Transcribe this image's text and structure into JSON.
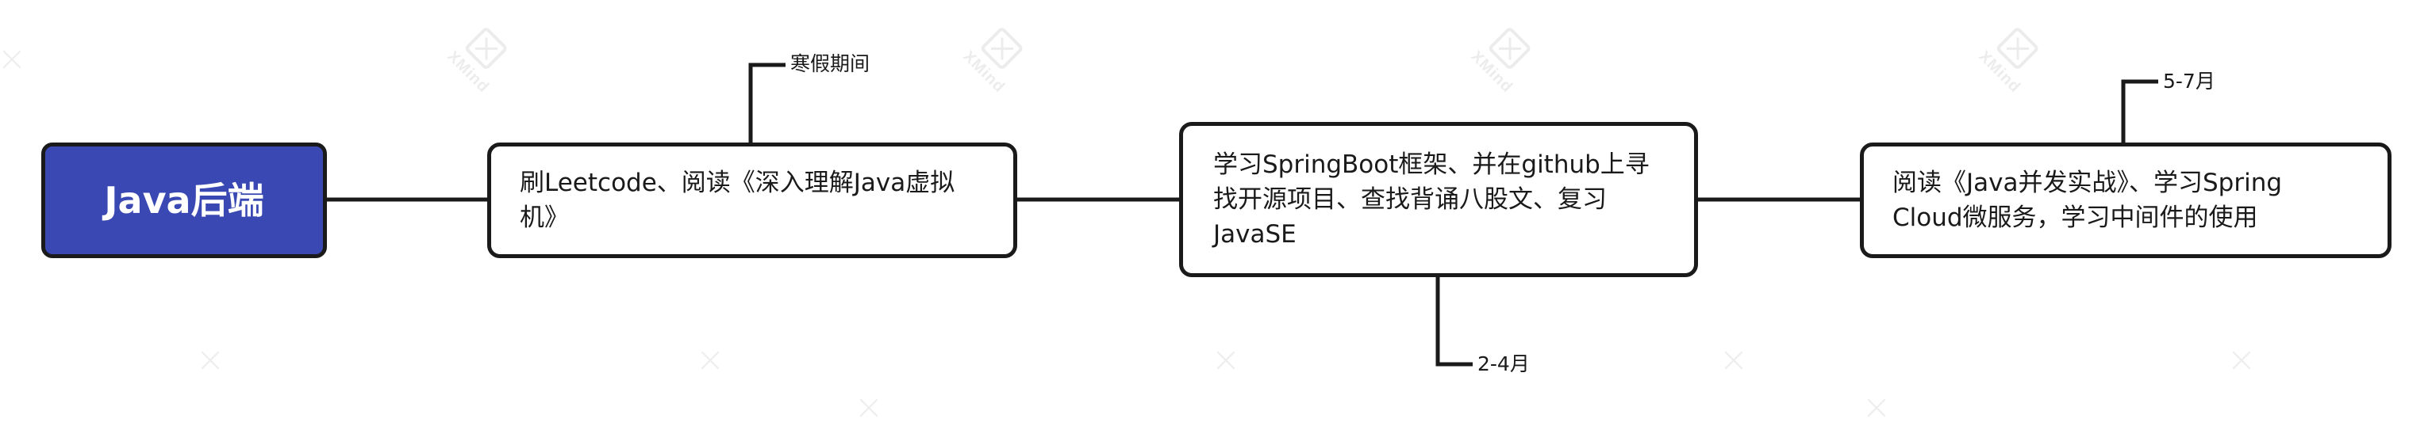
{
  "diagram": {
    "root": {
      "label": "Java后端",
      "fill": "#3948b3",
      "text_color": "#ffffff"
    },
    "nodes": [
      {
        "label": "刷Leetcode、阅读《深入理解Java虚拟机》",
        "tag": "寒假期间"
      },
      {
        "label": "学习SpringBoot框架、并在github上寻找开源项目、查找背诵八股文、复习JavaSE",
        "tag": "2-4月"
      },
      {
        "label": "阅读《Java并发实战》、学习Spring Cloud微服务，学习中间件的使用",
        "tag": "5-7月"
      }
    ],
    "watermark": {
      "text": "XMind",
      "icon": "xmind-logo-icon"
    },
    "colors": {
      "line": "#1a1a1a",
      "node_border": "#1a1a1a",
      "background": "#ffffff"
    }
  }
}
